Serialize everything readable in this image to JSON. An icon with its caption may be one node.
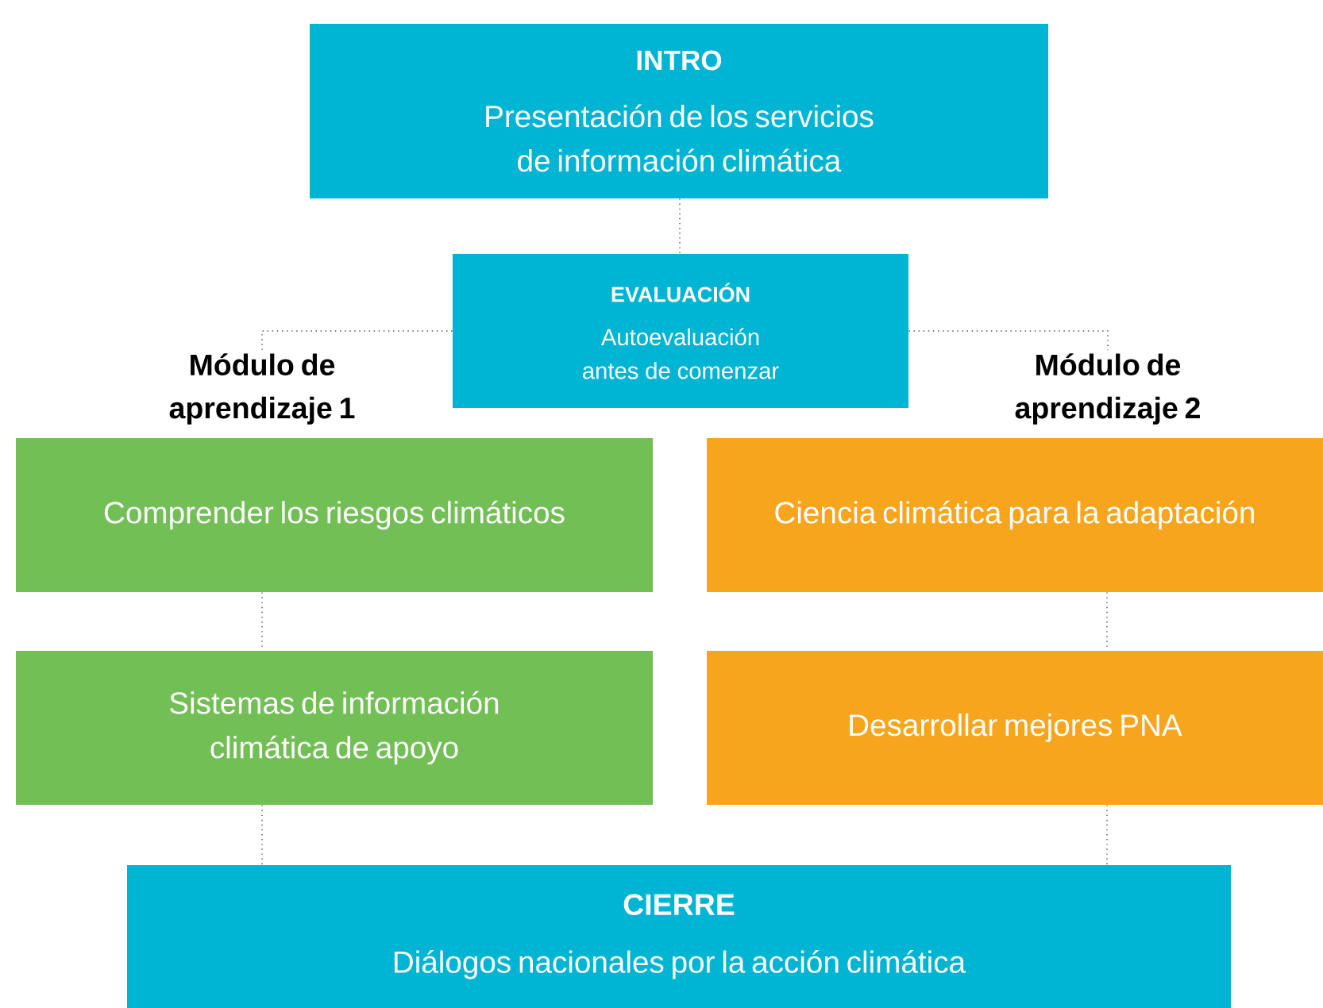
{
  "diagram": {
    "nodes": [
      {
        "text": [
          "INTRO",
          "Presentación de los servicios de información climática"
        ]
      },
      {
        "text": [
          "EVALUACIÓN",
          "Autoevaluación antes de comenzar"
        ]
      },
      {
        "text": [
          "Módulo de aprendizaje 1"
        ]
      },
      {
        "text": [
          "Módulo de aprendizaje 2"
        ]
      },
      {
        "text": [
          "Comprender los riesgos climáticos"
        ]
      },
      {
        "text": [
          "Sistemas de información climática de apoyo"
        ]
      },
      {
        "text": [
          "Ciencia climática para la adaptación"
        ]
      },
      {
        "text": [
          "Desarrollar mejores PNA"
        ]
      },
      {
        "text": [
          "CIERRE",
          "Diálogos nacionales por la acción climática"
        ]
      }
    ],
    "edges": [
      {
        "from": 0,
        "to": 1,
        "arrow": "none"
      },
      {
        "from": 1,
        "to": 2,
        "arrow": "none"
      },
      {
        "from": 1,
        "to": 3,
        "arrow": "none"
      },
      {
        "from": 4,
        "to": 5,
        "arrow": "none"
      },
      {
        "from": 5,
        "to": 8,
        "arrow": "none"
      },
      {
        "from": 6,
        "to": 7,
        "arrow": "none"
      },
      {
        "from": 7,
        "to": 8,
        "arrow": "none"
      }
    ]
  }
}
